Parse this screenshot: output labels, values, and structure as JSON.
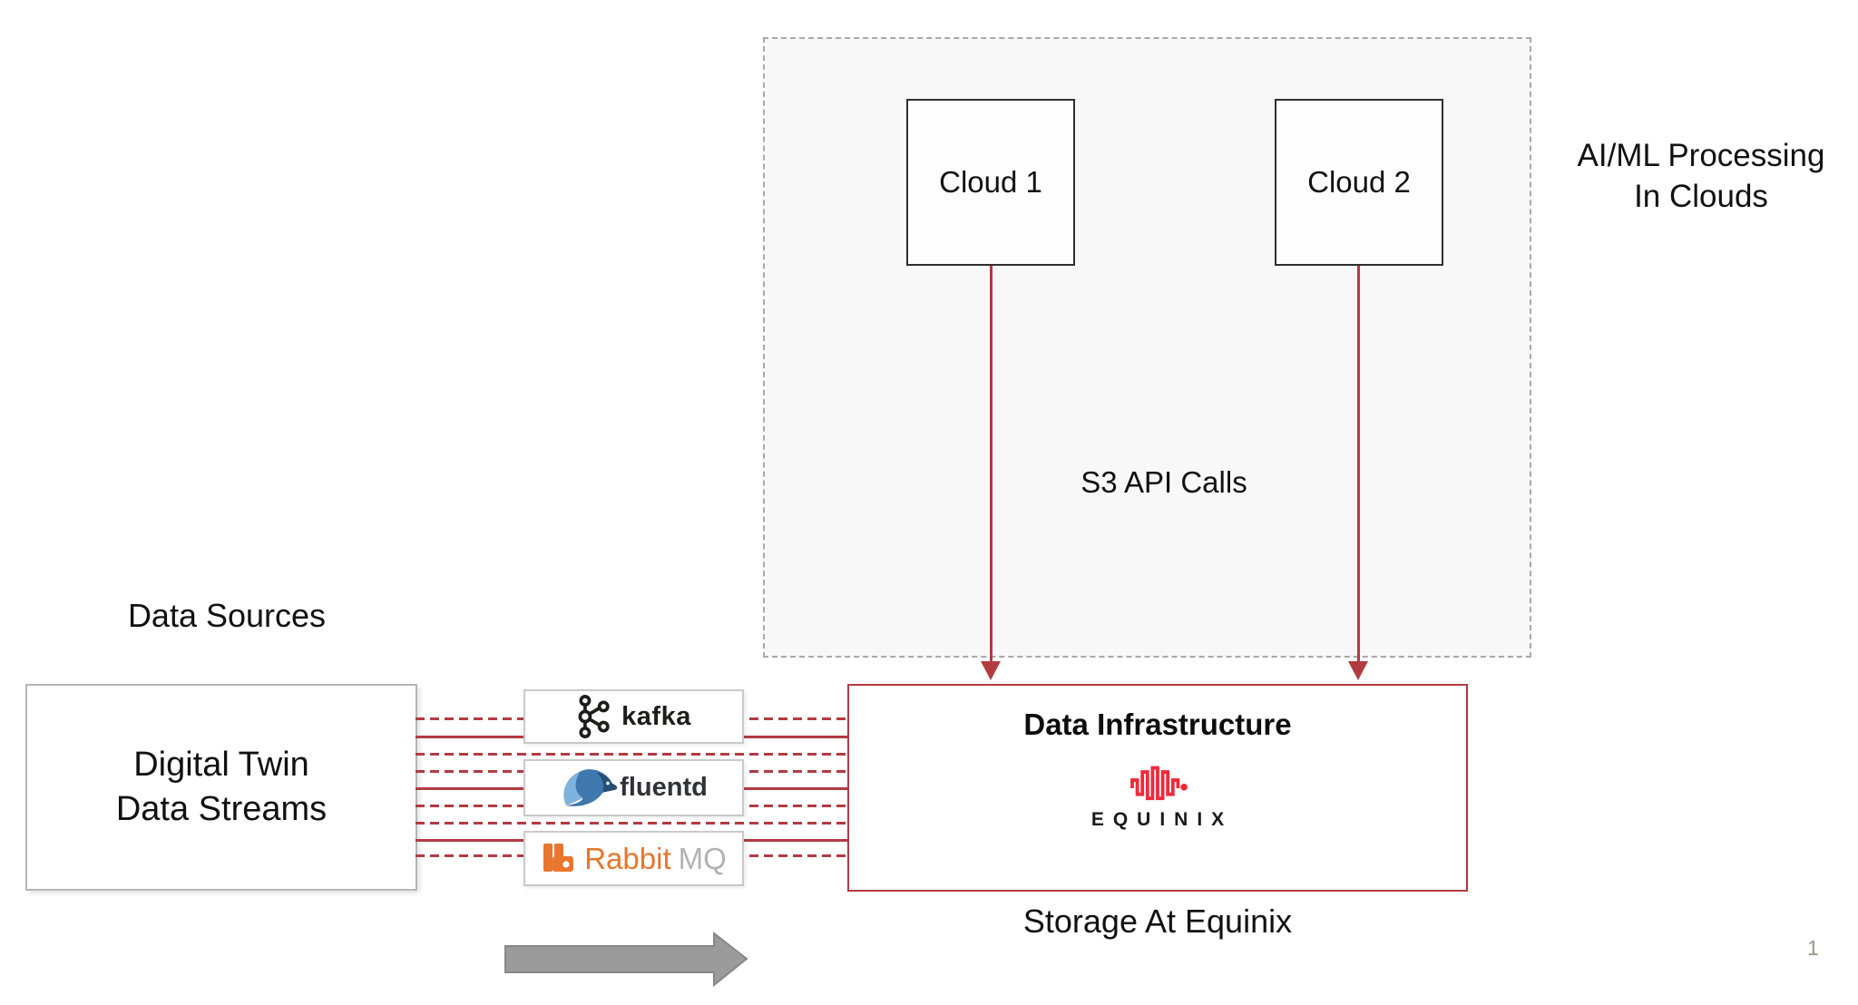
{
  "page_number": "1",
  "colors": {
    "accent_red": "#b23b42",
    "equinix_red": "#ed2b3a",
    "rabbit_orange": "#e8762d",
    "mq_gray": "#b3b3b3",
    "fluentd_dark": "#2f3337",
    "fluentd_blue_light": "#7fb2dc",
    "fluentd_blue_mid": "#3e78ad",
    "kafka_black": "#1d1d1b",
    "region_bg": "#f8f8f8",
    "region_border": "#a9a9a9",
    "box_border_dark": "#2f2f2f",
    "box_border_gray": "#b6b6b6",
    "mw_border_gray": "#c9c9c9",
    "flow_arrow_gray": "#9b9b9b",
    "flow_arrow_outline": "#878787",
    "text_black": "#1a1a1a",
    "page_num_gray": "#9c9489"
  },
  "aiml": {
    "caption_line1": "AI/ML Processing",
    "caption_line2": "In Clouds",
    "annotation": "S3 API Calls",
    "clouds": [
      {
        "label": "Cloud 1"
      },
      {
        "label": "Cloud 2"
      }
    ]
  },
  "sources": {
    "heading": "Data Sources",
    "box_line1": "Digital Twin",
    "box_line2": "Data Streams"
  },
  "middleware": [
    {
      "name": "kafka",
      "label": "kafka",
      "icon": "kafka-logo"
    },
    {
      "name": "fluentd",
      "label": "fluentd",
      "icon": "fluentd-bird"
    },
    {
      "name": "rabbitmq",
      "label_rabbit": "Rabbit",
      "label_mq": "MQ",
      "icon": "rabbitmq-blocks"
    }
  ],
  "infrastructure": {
    "title": "Data Infrastructure",
    "logo_text": "EQUINIX",
    "logo_icon": "equinix-waveform",
    "caption": "Storage At Equinix"
  }
}
